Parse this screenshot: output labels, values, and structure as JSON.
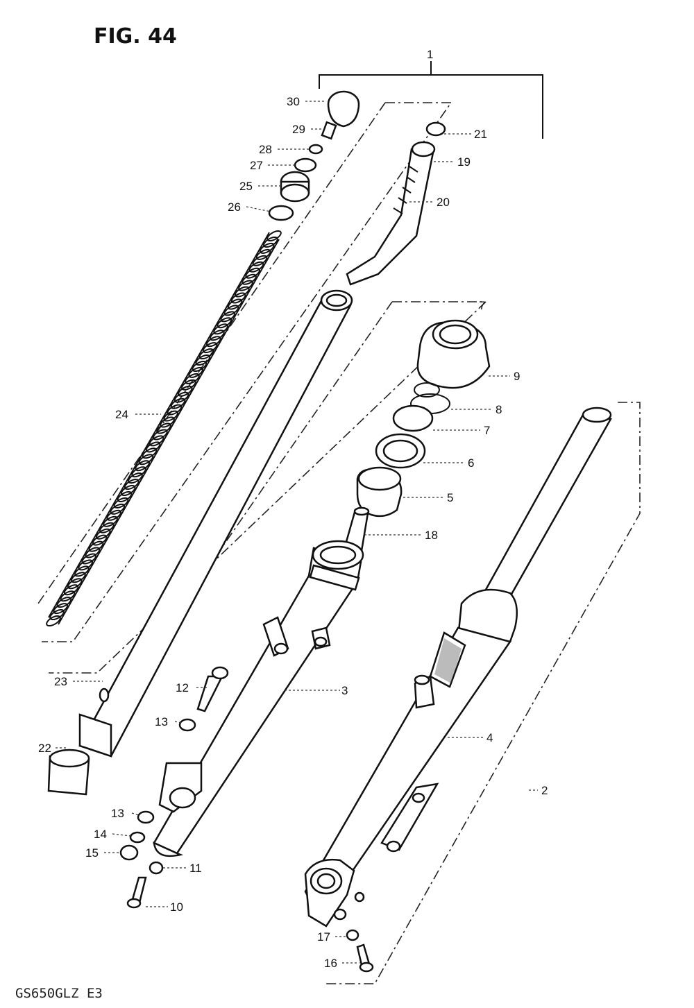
{
  "figure": {
    "title": "FIG. 44",
    "model_code": "GS650GLZ E3"
  },
  "callouts": [
    {
      "id": "c1",
      "text": "1"
    },
    {
      "id": "c2",
      "text": "2"
    },
    {
      "id": "c3",
      "text": "3"
    },
    {
      "id": "c4",
      "text": "4"
    },
    {
      "id": "c5",
      "text": "5"
    },
    {
      "id": "c6",
      "text": "6"
    },
    {
      "id": "c7a",
      "text": "7"
    },
    {
      "id": "c7b",
      "text": "7"
    },
    {
      "id": "c8",
      "text": "8"
    },
    {
      "id": "c9",
      "text": "9"
    },
    {
      "id": "c10",
      "text": "10"
    },
    {
      "id": "c11",
      "text": "11"
    },
    {
      "id": "c12",
      "text": "12"
    },
    {
      "id": "c13a",
      "text": "13"
    },
    {
      "id": "c13b",
      "text": "13"
    },
    {
      "id": "c14",
      "text": "14"
    },
    {
      "id": "c15",
      "text": "15"
    },
    {
      "id": "c16",
      "text": "16"
    },
    {
      "id": "c17",
      "text": "17"
    },
    {
      "id": "c18",
      "text": "18"
    },
    {
      "id": "c19",
      "text": "19"
    },
    {
      "id": "c20",
      "text": "20"
    },
    {
      "id": "c21",
      "text": "21"
    },
    {
      "id": "c22",
      "text": "22"
    },
    {
      "id": "c23",
      "text": "23"
    },
    {
      "id": "c24",
      "text": "24"
    },
    {
      "id": "c25",
      "text": "25"
    },
    {
      "id": "c26",
      "text": "26"
    },
    {
      "id": "c27",
      "text": "27"
    },
    {
      "id": "c28",
      "text": "28"
    },
    {
      "id": "c29",
      "text": "29"
    },
    {
      "id": "c30",
      "text": "30"
    }
  ]
}
